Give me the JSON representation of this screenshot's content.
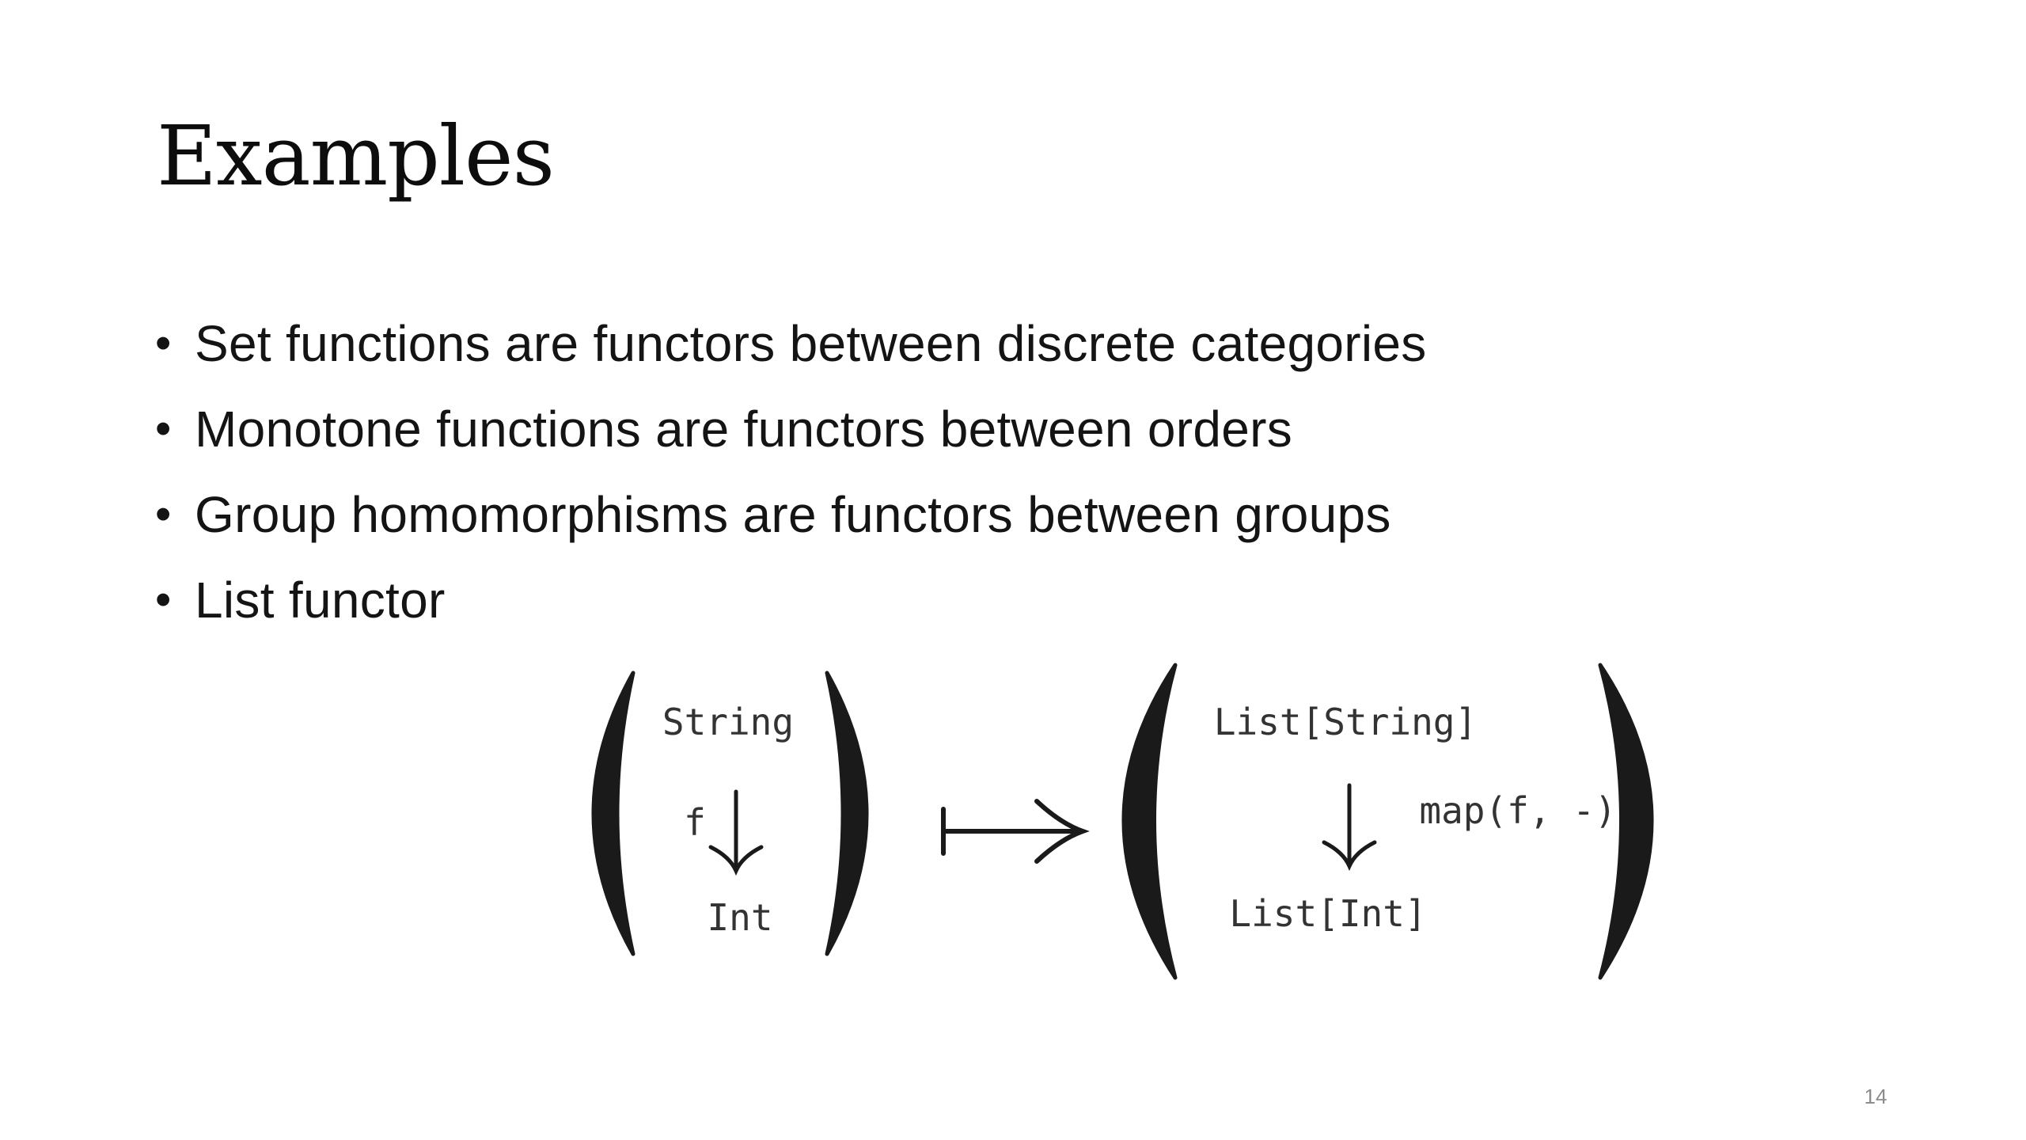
{
  "slide": {
    "title": "Examples",
    "bullets": [
      {
        "text": "Set functions are functors between discrete categories"
      },
      {
        "text": "Monotone functions are functors between orders"
      },
      {
        "text": "Group homomorphisms are functors between groups"
      },
      {
        "text": "List functor"
      }
    ],
    "bullet_glyph": "•",
    "page_number": "14"
  },
  "diagram": {
    "left": {
      "source": "String",
      "arrow_label": "f",
      "target": "Int"
    },
    "maps_to_symbol": "mapsto-arrow",
    "right": {
      "source": "List[String]",
      "arrow_label": "map(f, -)",
      "target": "List[Int]"
    }
  }
}
